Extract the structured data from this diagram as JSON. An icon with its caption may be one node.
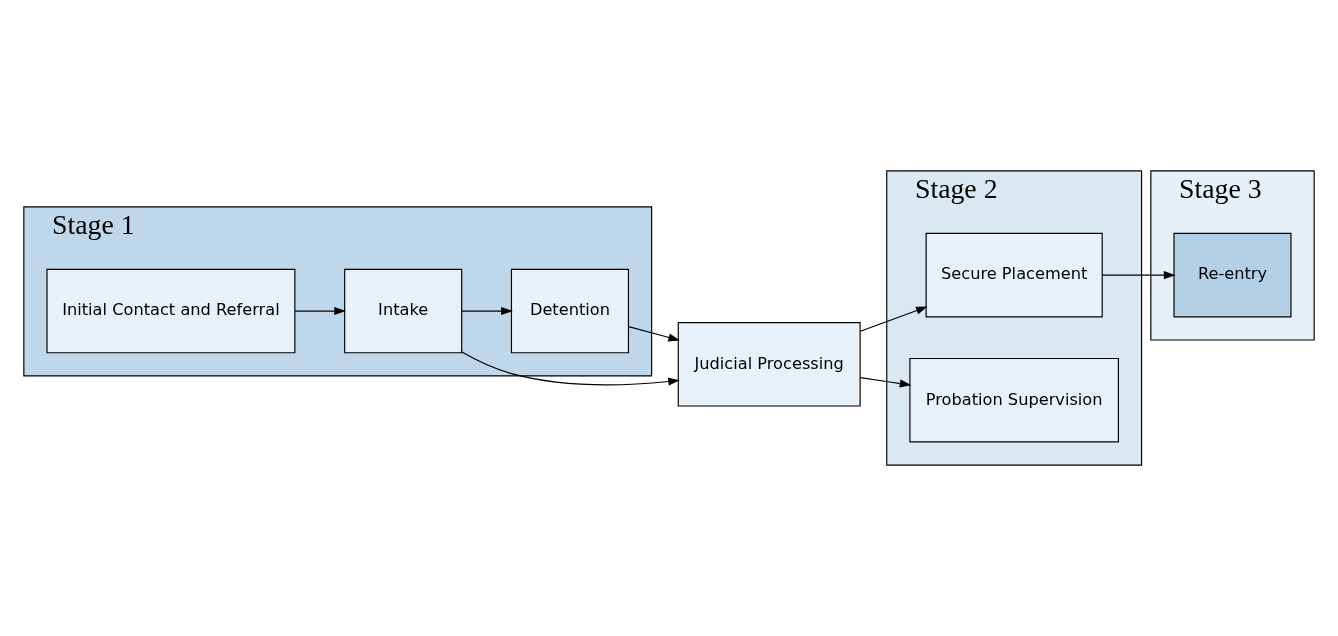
{
  "diagram": {
    "nodes": [
      {
        "text": [
          "Stage 1"
        ]
      },
      {
        "text": [
          "Initial Contact and Referral"
        ],
        "in": 0
      },
      {
        "text": [
          "Intake"
        ],
        "in": 0
      },
      {
        "text": [
          "Detention"
        ],
        "in": 0
      },
      {
        "text": [
          "Judicial Processing"
        ]
      },
      {
        "text": [
          "Stage 2"
        ]
      },
      {
        "text": [
          "Secure Placement"
        ],
        "in": 5
      },
      {
        "text": [
          "Probation Supervision"
        ],
        "in": 5
      },
      {
        "text": [
          "Stage 3"
        ]
      },
      {
        "text": [
          "Re-entry"
        ],
        "in": 8
      }
    ],
    "edges": [
      {
        "from": 1,
        "to": 2,
        "arrow": "to"
      },
      {
        "from": 2,
        "to": 3,
        "arrow": "to"
      },
      {
        "from": 2,
        "to": 4,
        "arrow": "to"
      },
      {
        "from": 3,
        "to": 4,
        "arrow": "to"
      },
      {
        "from": 4,
        "to": 6,
        "arrow": "to"
      },
      {
        "from": 4,
        "to": 7,
        "arrow": "to"
      },
      {
        "from": 6,
        "to": 9,
        "arrow": "to"
      }
    ]
  }
}
